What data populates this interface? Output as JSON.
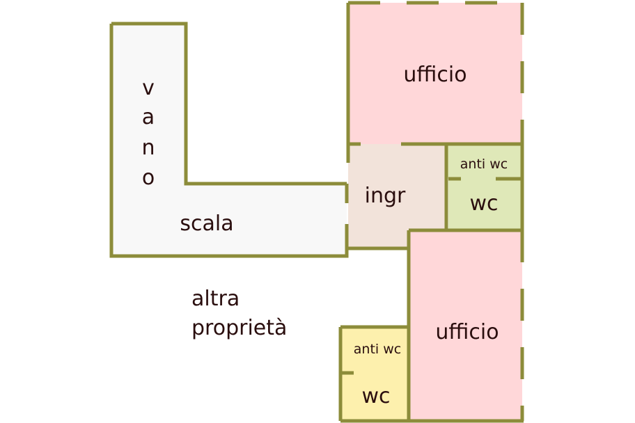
{
  "rooms": {
    "vano_scala": {
      "label_vertical": [
        "v",
        "a",
        "n",
        "o"
      ],
      "label": "scala",
      "fill": "#f8f8f8"
    },
    "ufficio_top": {
      "label": "ufficio",
      "fill": "#ffd7d9"
    },
    "ingresso": {
      "label": "ingr",
      "fill": "#f2e3da"
    },
    "anti_wc_top": {
      "label": "anti wc",
      "fill": "#dfe8b8"
    },
    "wc_top": {
      "label": "wc",
      "fill": "#dfe8b8"
    },
    "ufficio_bottom": {
      "label": "ufficio",
      "fill": "#ffd7d9"
    },
    "anti_wc_bottom": {
      "label": "anti wc",
      "fill": "#fdf0ad"
    },
    "wc_bottom": {
      "label": "wc",
      "fill": "#fdf0ad"
    }
  },
  "other": {
    "line1": "altra",
    "line2": "proprietà"
  },
  "colors": {
    "wall": "#8c8c3a",
    "text": "#2a0e0e"
  }
}
